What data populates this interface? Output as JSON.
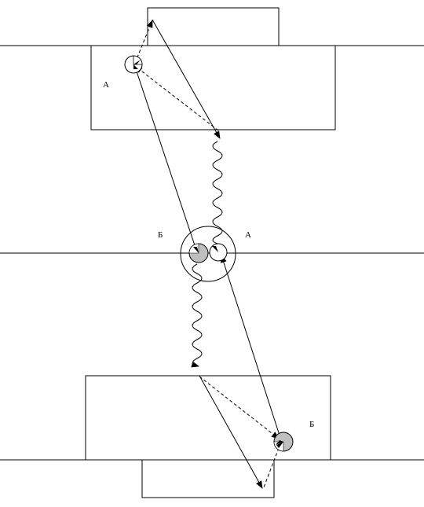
{
  "labels": {
    "top_player": "А",
    "center_left": "Б",
    "center_right": "А",
    "bottom_player": "Б"
  },
  "colors": {
    "line": "#000000",
    "ball_fill": "#bfbfbf",
    "background": "#ffffff"
  },
  "icons": {
    "player_marker": "player-pie-icon",
    "arrowhead": "arrowhead-icon"
  }
}
